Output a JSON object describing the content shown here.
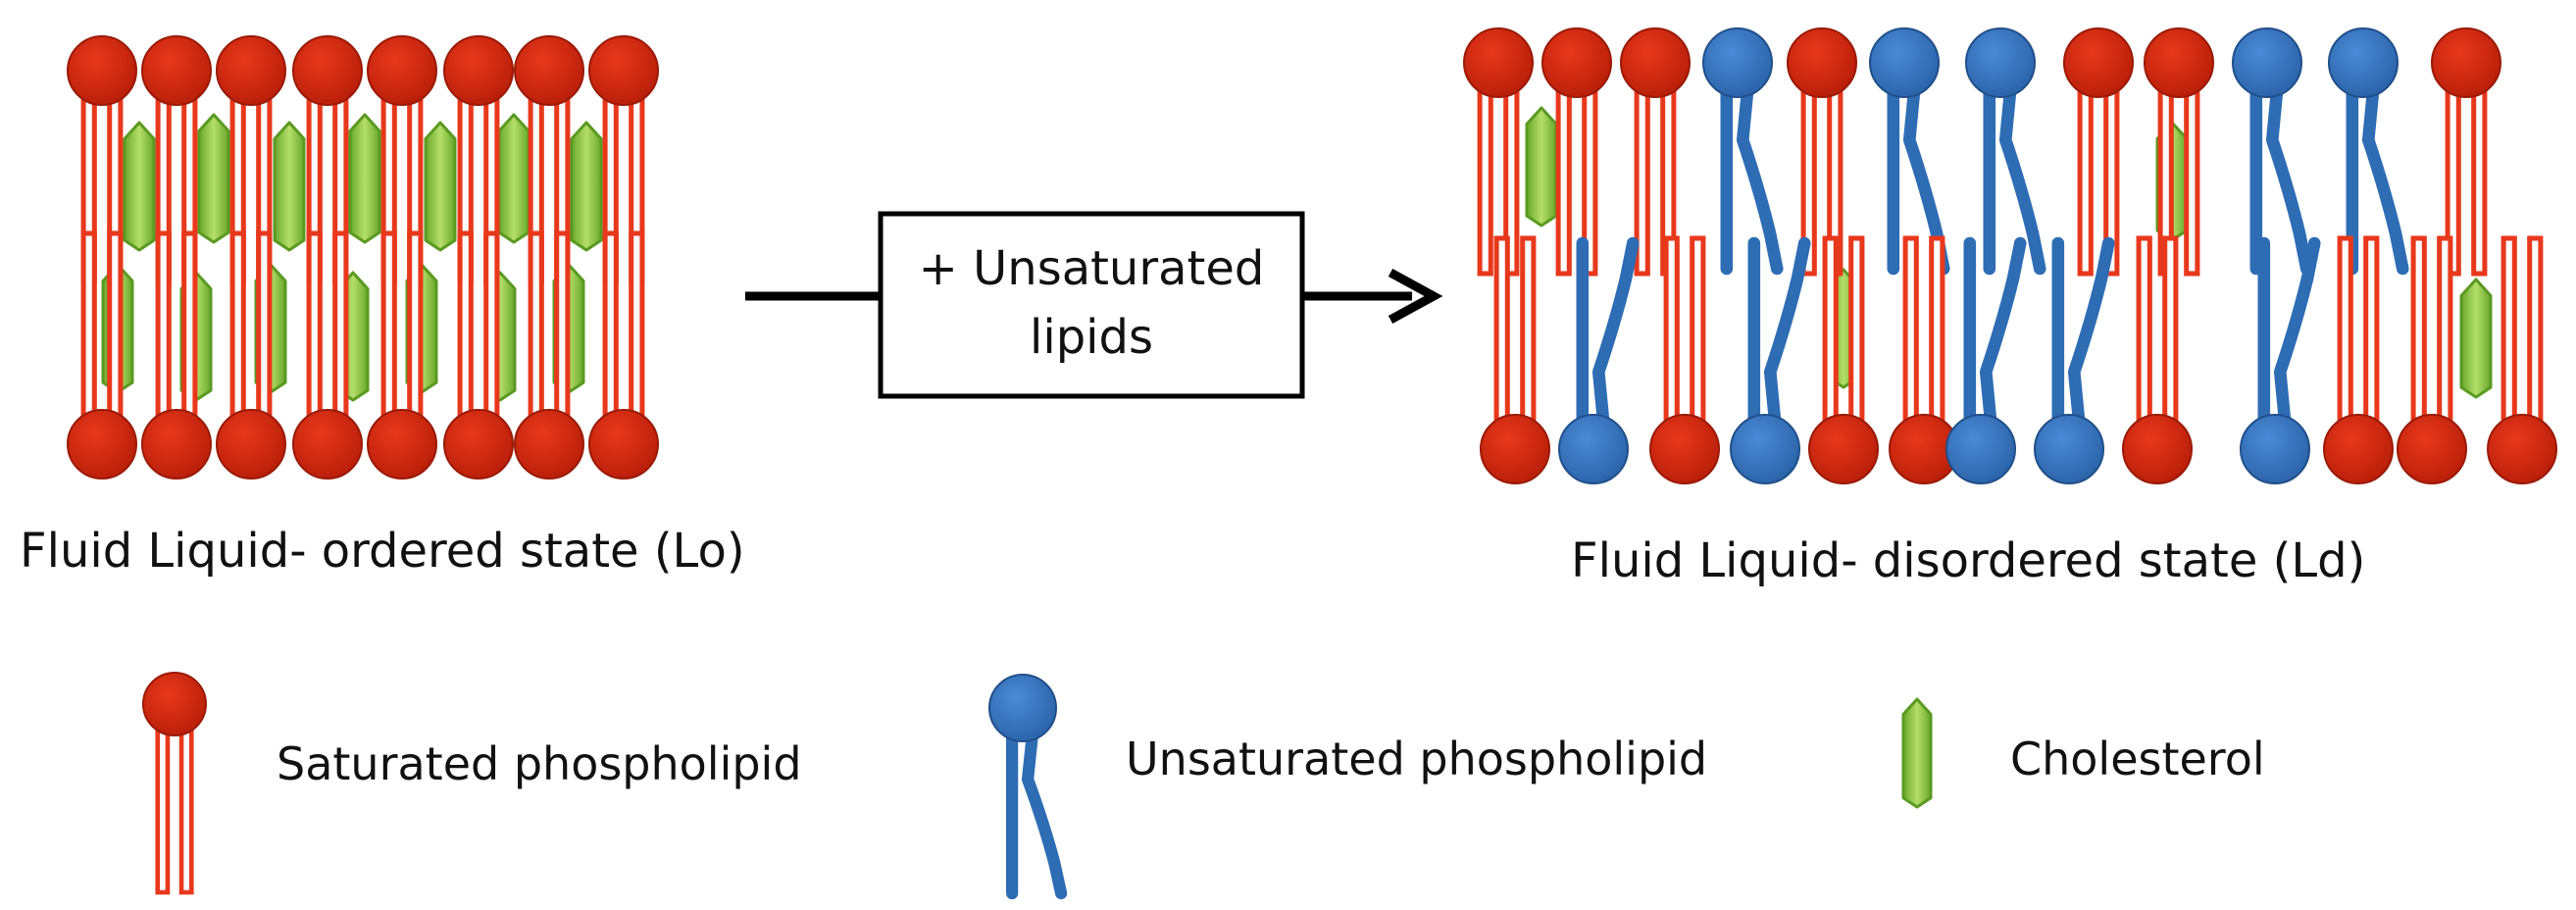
{
  "diagram": {
    "process_box": {
      "line1": "+ Unsaturated",
      "line2": "lipids"
    },
    "left_state": {
      "caption": "Fluid Liquid- ordered state (Lo)"
    },
    "right_state": {
      "caption": "Fluid Liquid- disordered state (Ld)"
    },
    "legend": [
      {
        "key": "saturated",
        "label": "Saturated phospholipid",
        "icon": "saturated-phospholipid-icon"
      },
      {
        "key": "unsaturated",
        "label": "Unsaturated phospholipid",
        "icon": "unsaturated-phospholipid-icon"
      },
      {
        "key": "cholesterol",
        "label": "Cholesterol",
        "icon": "cholesterol-icon"
      }
    ],
    "colors": {
      "saturated_head": "#d42b10",
      "saturated_tail": "#e8381c",
      "unsaturated_head": "#3a78c2",
      "unsaturated_tail": "#2e6cb4",
      "cholesterol_fill": "#8cc63f",
      "cholesterol_edge": "#5a9a22"
    }
  }
}
